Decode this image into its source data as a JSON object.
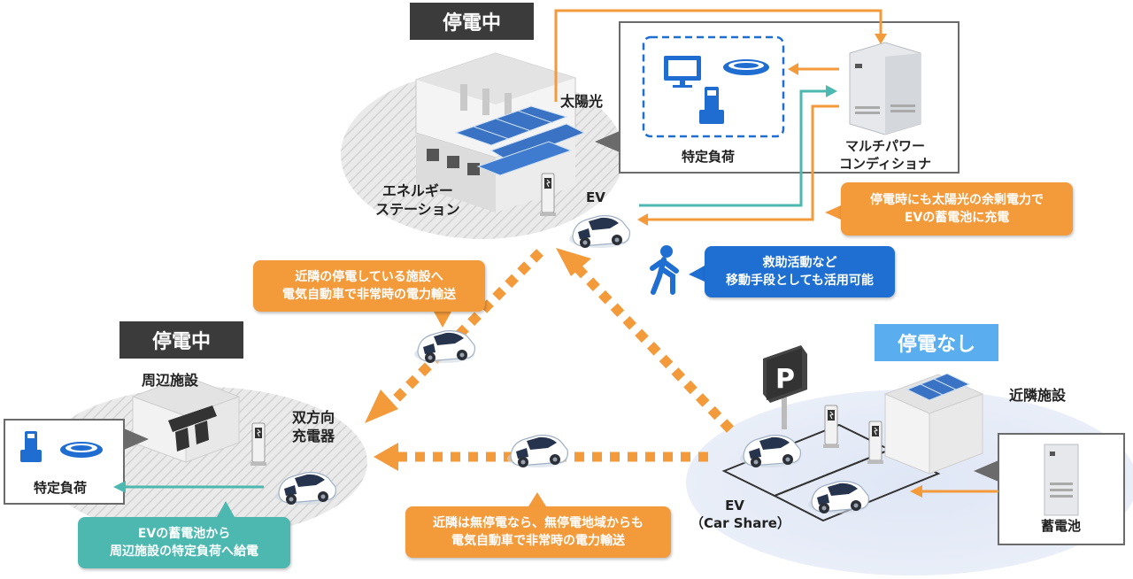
{
  "status": {
    "outage_top": "停電中",
    "outage_left": "停電中",
    "no_outage": "停電なし"
  },
  "labels": {
    "solar": "太陽光",
    "energy_station_line1": "エネルギー",
    "energy_station_line2": "ステーション",
    "ev_top": "EV",
    "specific_load_top": "特定負荷",
    "mpc_line1": "マルチパワー",
    "mpc_line2": "コンディショナ",
    "surrounding_facility": "周辺施設",
    "bidirectional_line1": "双方向",
    "bidirectional_line2": "充電器",
    "specific_load_left": "特定負荷",
    "nearby_facility": "近隣施設",
    "battery": "蓄電池",
    "ev_share_line1": "EV",
    "ev_share_line2": "（Car Share）"
  },
  "callouts": {
    "solar_charge": [
      "停電時にも太陽光の余剰電力で",
      "EVの蓄電池に充電"
    ],
    "rescue": [
      "救助活動など",
      "移動手段としても活用可能"
    ],
    "neighbor_transport": [
      "近隣の停電している施設へ",
      "電気自動車で非常時の電力輸送"
    ],
    "ev_supply": [
      "EVの蓄電池から",
      "周辺施設の特定負荷へ給電"
    ],
    "no_outage_transport": [
      "近隣は無停電なら、無停電地域からも",
      "電気自動車で非常時の電力輸送"
    ]
  },
  "colors": {
    "orange": "#f39a3b",
    "teal": "#4db8b0",
    "blue_callout": "#1e6fd1",
    "dark_tag": "#3b3b3b",
    "light_blue_tag": "#5aaef0",
    "screen_blue": "#1f6dd0"
  },
  "icons": [
    "monitor-icon",
    "ceiling-light-icon",
    "phone-icon",
    "walking-person-icon",
    "parking-icon"
  ]
}
